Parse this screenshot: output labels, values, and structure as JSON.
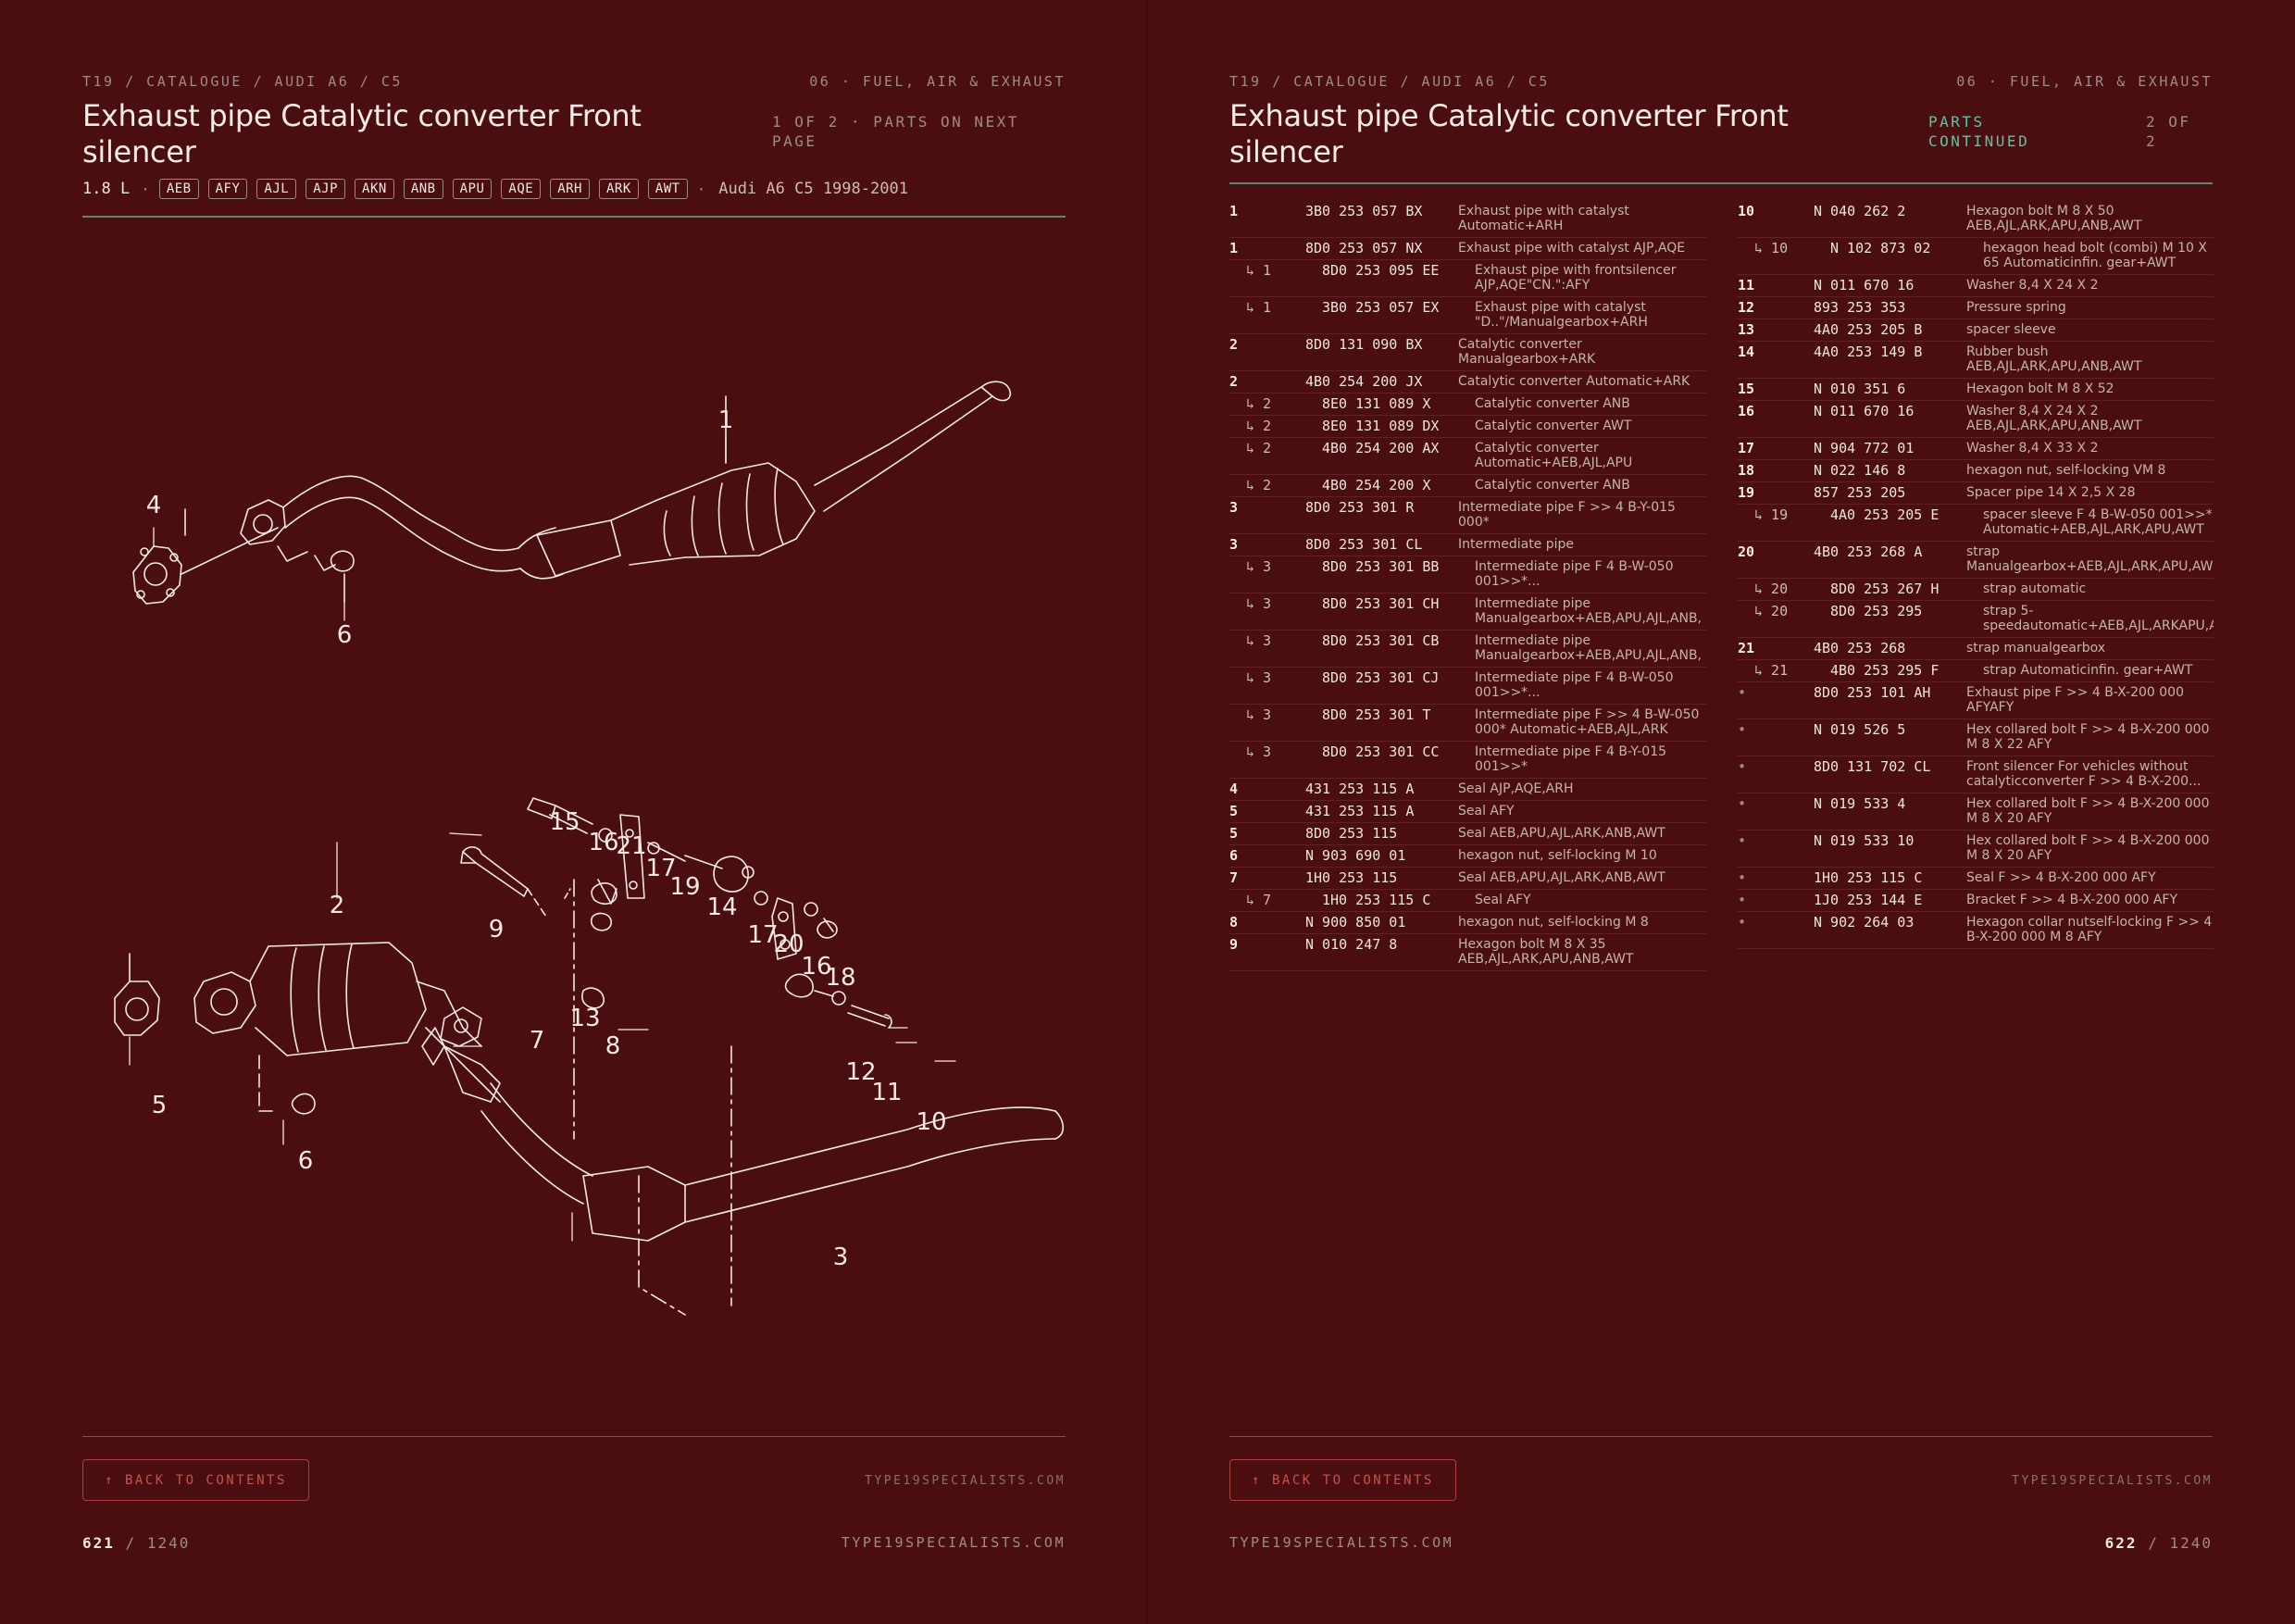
{
  "breadcrumb": "T19 / CATALOGUE / AUDI A6 / C5",
  "section": "06 · FUEL, AIR & EXHAUST",
  "title": "Exhaust pipe Catalytic converter Front silencer",
  "left": {
    "pager": "1 OF 2 · PARTS ON NEXT PAGE",
    "engine_size": "1.8 L",
    "engine_codes": [
      "AEB",
      "AFY",
      "AJL",
      "AJP",
      "AKN",
      "ANB",
      "APU",
      "AQE",
      "ARH",
      "ARK",
      "AWT"
    ],
    "model": "Audi A6 C5 1998-2001",
    "back_label": "↑ BACK TO CONTENTS",
    "site": "TYPE19SPECIALISTS.COM",
    "page_num": "621",
    "page_total": "/ 1240",
    "callouts": [
      "1",
      "4",
      "6",
      "15",
      "16",
      "21",
      "17",
      "19",
      "14",
      "2",
      "9",
      "17",
      "20",
      "16",
      "18",
      "13",
      "7",
      "8",
      "12",
      "11",
      "10",
      "5",
      "6",
      "3"
    ]
  },
  "right": {
    "pager_status": "PARTS CONTINUED",
    "pager_count": "2 OF 2",
    "back_label": "↑ BACK TO CONTENTS",
    "site": "TYPE19SPECIALISTS.COM",
    "page_num": "622",
    "page_total": "/ 1240",
    "col1": [
      {
        "ref": "1",
        "pn": "3B0 253 057 BX",
        "desc": [
          "Exhaust pipe with catalyst",
          "Automatic+ARH"
        ]
      },
      {
        "ref": "1",
        "pn": "8D0 253 057 NX",
        "desc": [
          "Exhaust pipe with catalyst AJP,AQE"
        ]
      },
      {
        "ref": "↳ 1",
        "sub": true,
        "pn": "8D0 253 095 EE",
        "desc": [
          "Exhaust pipe with frontsilencer",
          "AJP,AQE\"CN.\":AFY"
        ]
      },
      {
        "ref": "↳ 1",
        "sub": true,
        "pn": "3B0 253 057 EX",
        "desc": [
          "Exhaust pipe with catalyst",
          "\"D..\"/Manualgearbox+ARH"
        ]
      },
      {
        "ref": "2",
        "pn": "8D0 131 090 BX",
        "desc": [
          "Catalytic converter",
          "Manualgearbox+ARK"
        ]
      },
      {
        "ref": "2",
        "pn": "4B0 254 200 JX",
        "desc": [
          "Catalytic converter Automatic+ARK"
        ]
      },
      {
        "ref": "↳ 2",
        "sub": true,
        "pn": "8E0 131 089 X",
        "desc": [
          "Catalytic converter ANB"
        ]
      },
      {
        "ref": "↳ 2",
        "sub": true,
        "pn": "8E0 131 089 DX",
        "desc": [
          "Catalytic converter AWT"
        ]
      },
      {
        "ref": "↳ 2",
        "sub": true,
        "pn": "4B0 254 200 AX",
        "desc": [
          "Catalytic converter",
          "Automatic+AEB,AJL,APU"
        ]
      },
      {
        "ref": "↳ 2",
        "sub": true,
        "pn": "4B0 254 200 X",
        "desc": [
          "Catalytic converter ANB"
        ]
      },
      {
        "ref": "3",
        "pn": "8D0 253 301 R",
        "desc": [
          "Intermediate pipe F >> 4 B-Y-015",
          "000*"
        ]
      },
      {
        "ref": "3",
        "pn": "8D0 253 301 CL",
        "desc": [
          "Intermediate pipe"
        ]
      },
      {
        "ref": "↳ 3",
        "sub": true,
        "pn": "8D0 253 301 BB",
        "desc": [
          "Intermediate pipe F 4 B-W-050",
          "001>>*..."
        ]
      },
      {
        "ref": "↳ 3",
        "sub": true,
        "pn": "8D0 253 301 CH",
        "desc": [
          "Intermediate pipe",
          "Manualgearbox+AEB,APU,AJL,ANB,"
        ]
      },
      {
        "ref": "↳ 3",
        "sub": true,
        "pn": "8D0 253 301 CB",
        "desc": [
          "Intermediate pipe",
          "Manualgearbox+AEB,APU,AJL,ANB,"
        ]
      },
      {
        "ref": "↳ 3",
        "sub": true,
        "pn": "8D0 253 301 CJ",
        "desc": [
          "Intermediate pipe F 4 B-W-050",
          "001>>*..."
        ]
      },
      {
        "ref": "↳ 3",
        "sub": true,
        "pn": "8D0 253 301 T",
        "desc": [
          "Intermediate pipe F >> 4 B-W-050",
          "000* Automatic+AEB,AJL,ARK"
        ]
      },
      {
        "ref": "↳ 3",
        "sub": true,
        "pn": "8D0 253 301 CC",
        "desc": [
          "Intermediate pipe F 4 B-Y-015",
          "001>>*"
        ]
      },
      {
        "ref": "4",
        "pn": "431 253 115 A",
        "desc": [
          "Seal AJP,AQE,ARH"
        ]
      },
      {
        "ref": "5",
        "pn": "431 253 115 A",
        "desc": [
          "Seal AFY"
        ]
      },
      {
        "ref": "5",
        "pn": "8D0 253 115",
        "desc": [
          "Seal AEB,APU,AJL,ARK,ANB,AWT"
        ]
      },
      {
        "ref": "6",
        "pn": "N 903 690 01",
        "desc": [
          "hexagon nut, self-locking M 10"
        ]
      },
      {
        "ref": "7",
        "pn": "1H0 253 115",
        "desc": [
          "Seal AEB,APU,AJL,ARK,ANB,AWT"
        ]
      },
      {
        "ref": "↳ 7",
        "sub": true,
        "pn": "1H0 253 115 C",
        "desc": [
          "Seal AFY"
        ]
      },
      {
        "ref": "8",
        "pn": "N 900 850 01",
        "desc": [
          "hexagon nut, self-locking M 8"
        ]
      },
      {
        "ref": "9",
        "pn": "N 010 247 8",
        "desc": [
          "Hexagon bolt M 8 X 35",
          "AEB,AJL,ARK,APU,ANB,AWT"
        ]
      }
    ],
    "col2": [
      {
        "ref": "10",
        "pn": "N 040 262 2",
        "desc": [
          "Hexagon bolt M 8 X 50",
          "AEB,AJL,ARK,APU,ANB,AWT"
        ]
      },
      {
        "ref": "↳ 10",
        "sub": true,
        "pn": "N 102 873 02",
        "desc": [
          "hexagon head bolt (combi) M 10 X",
          "65 Automaticinfin. gear+AWT"
        ]
      },
      {
        "ref": "11",
        "pn": "N 011 670 16",
        "desc": [
          "Washer 8,4 X 24 X 2"
        ]
      },
      {
        "ref": "12",
        "pn": "893 253 353",
        "desc": [
          "Pressure spring"
        ]
      },
      {
        "ref": "13",
        "pn": "4A0 253 205 B",
        "desc": [
          "spacer sleeve"
        ]
      },
      {
        "ref": "14",
        "pn": "4A0 253 149 B",
        "desc": [
          "Rubber bush",
          "AEB,AJL,ARK,APU,ANB,AWT"
        ]
      },
      {
        "ref": "15",
        "pn": "N 010 351 6",
        "desc": [
          "Hexagon bolt M 8 X 52"
        ]
      },
      {
        "ref": "16",
        "pn": "N 011 670 16",
        "desc": [
          "Washer 8,4 X 24 X 2",
          "AEB,AJL,ARK,APU,ANB,AWT"
        ]
      },
      {
        "ref": "17",
        "pn": "N 904 772 01",
        "desc": [
          "Washer 8,4 X 33 X 2"
        ]
      },
      {
        "ref": "18",
        "pn": "N 022 146 8",
        "desc": [
          "hexagon nut, self-locking VM 8"
        ]
      },
      {
        "ref": "19",
        "pn": "857 253 205",
        "desc": [
          "Spacer pipe 14 X 2,5 X 28"
        ]
      },
      {
        "ref": "↳ 19",
        "sub": true,
        "pn": "4A0 253 205 E",
        "desc": [
          "spacer sleeve F 4 B-W-050 001>>*",
          "Automatic+AEB,AJL,ARK,APU,AWT"
        ]
      },
      {
        "ref": "20",
        "pn": "4B0 253 268 A",
        "desc": [
          "strap",
          "Manualgearbox+AEB,AJL,ARK,APU,AW"
        ]
      },
      {
        "ref": "↳ 20",
        "sub": true,
        "pn": "8D0 253 267 H",
        "desc": [
          "strap automatic"
        ]
      },
      {
        "ref": "↳ 20",
        "sub": true,
        "pn": "8D0 253 295",
        "desc": [
          "strap 5-",
          "speedautomatic+AEB,AJL,ARKAPU,A"
        ]
      },
      {
        "ref": "21",
        "pn": "4B0 253 268",
        "desc": [
          "strap manualgearbox"
        ]
      },
      {
        "ref": "↳ 21",
        "sub": true,
        "pn": "4B0 253 295 F",
        "desc": [
          "strap Automaticinfin. gear+AWT"
        ]
      },
      {
        "ref": "•",
        "bullet": true,
        "pn": "8D0 253 101 AH",
        "desc": [
          "Exhaust pipe F >> 4 B-X-200 000",
          "AFYAFY"
        ]
      },
      {
        "ref": "•",
        "bullet": true,
        "pn": "N 019 526 5",
        "desc": [
          "Hex collared bolt F >> 4 B-X-200 000",
          "M 8 X 22 AFY"
        ]
      },
      {
        "ref": "•",
        "bullet": true,
        "pn": "8D0 131 702 CL",
        "desc": [
          "Front silencer For vehicles without",
          "catalyticconverter F >> 4 B-X-200..."
        ]
      },
      {
        "ref": "•",
        "bullet": true,
        "pn": "N 019 533 4",
        "desc": [
          "Hex collared bolt F >> 4 B-X-200 000",
          "M 8 X 20 AFY"
        ]
      },
      {
        "ref": "•",
        "bullet": true,
        "pn": "N 019 533 10",
        "desc": [
          "Hex collared bolt F >> 4 B-X-200 000",
          "M 8 X 20 AFY"
        ]
      },
      {
        "ref": "•",
        "bullet": true,
        "pn": "1H0 253 115 C",
        "desc": [
          "Seal F >> 4 B-X-200 000 AFY"
        ]
      },
      {
        "ref": "•",
        "bullet": true,
        "pn": "1J0 253 144 E",
        "desc": [
          "Bracket F >> 4 B-X-200 000 AFY"
        ]
      },
      {
        "ref": "•",
        "bullet": true,
        "pn": "N 902 264 03",
        "desc": [
          "Hexagon collar nutself-locking F >> 4",
          "B-X-200 000 M 8 AFY"
        ]
      }
    ]
  },
  "colors": {
    "background": "#4b0e10",
    "accent_teal": "#5fc2a8",
    "accent_red": "#c8504c",
    "text": "#f3ebe6"
  }
}
